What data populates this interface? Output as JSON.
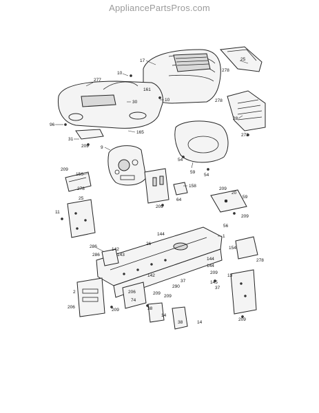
{
  "site_watermark": "AppliancePartsPros.com",
  "callouts": [
    "17",
    "25",
    "278",
    "277",
    "10",
    "161",
    "10",
    "30",
    "165",
    "96",
    "31",
    "209",
    "9",
    "278",
    "28",
    "278",
    "54",
    "59",
    "54",
    "209",
    "156",
    "278",
    "158",
    "64",
    "209",
    "20",
    "59",
    "209",
    "209",
    "11",
    "25",
    "144",
    "1",
    "26",
    "154",
    "278",
    "286",
    "142",
    "143",
    "144",
    "144",
    "209",
    "37",
    "145",
    "37",
    "142",
    "290",
    "206",
    "13",
    "2",
    "74",
    "209",
    "206",
    "209",
    "38",
    "209",
    "14",
    "38",
    "14",
    "209",
    "56",
    "286"
  ]
}
